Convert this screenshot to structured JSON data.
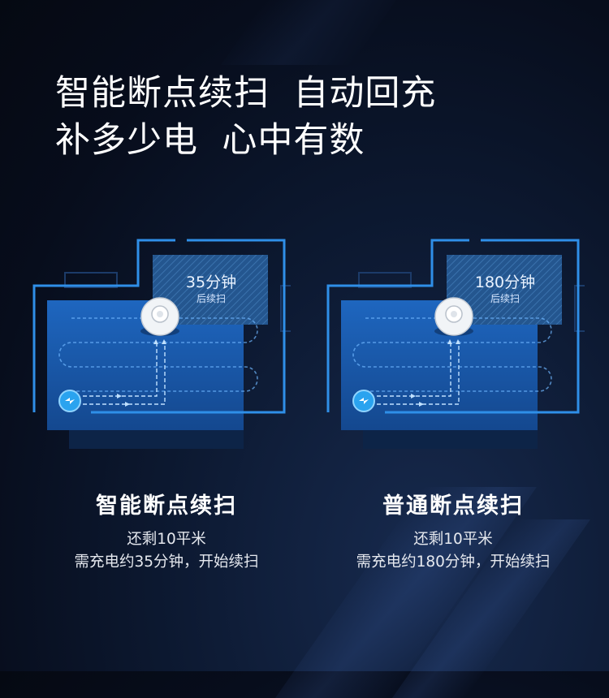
{
  "headline": {
    "line1": "智能断点续扫  自动回充",
    "line2": "补多少电  心中有数"
  },
  "left": {
    "box_time": "35分钟",
    "box_sub": "后续扫",
    "title": "智能断点续扫",
    "line1": "还剩10平米",
    "line2": "需充电约35分钟，开始续扫"
  },
  "right": {
    "box_time": "180分钟",
    "box_sub": "后续扫",
    "title": "普通断点续扫",
    "line1": "还剩10平米",
    "line2": "需充电约180分钟，开始续扫"
  },
  "colors": {
    "background": "#070d1c",
    "floor": "#1d5fb0",
    "wall": "#2f8fe8",
    "path": "#6fb6ff"
  }
}
